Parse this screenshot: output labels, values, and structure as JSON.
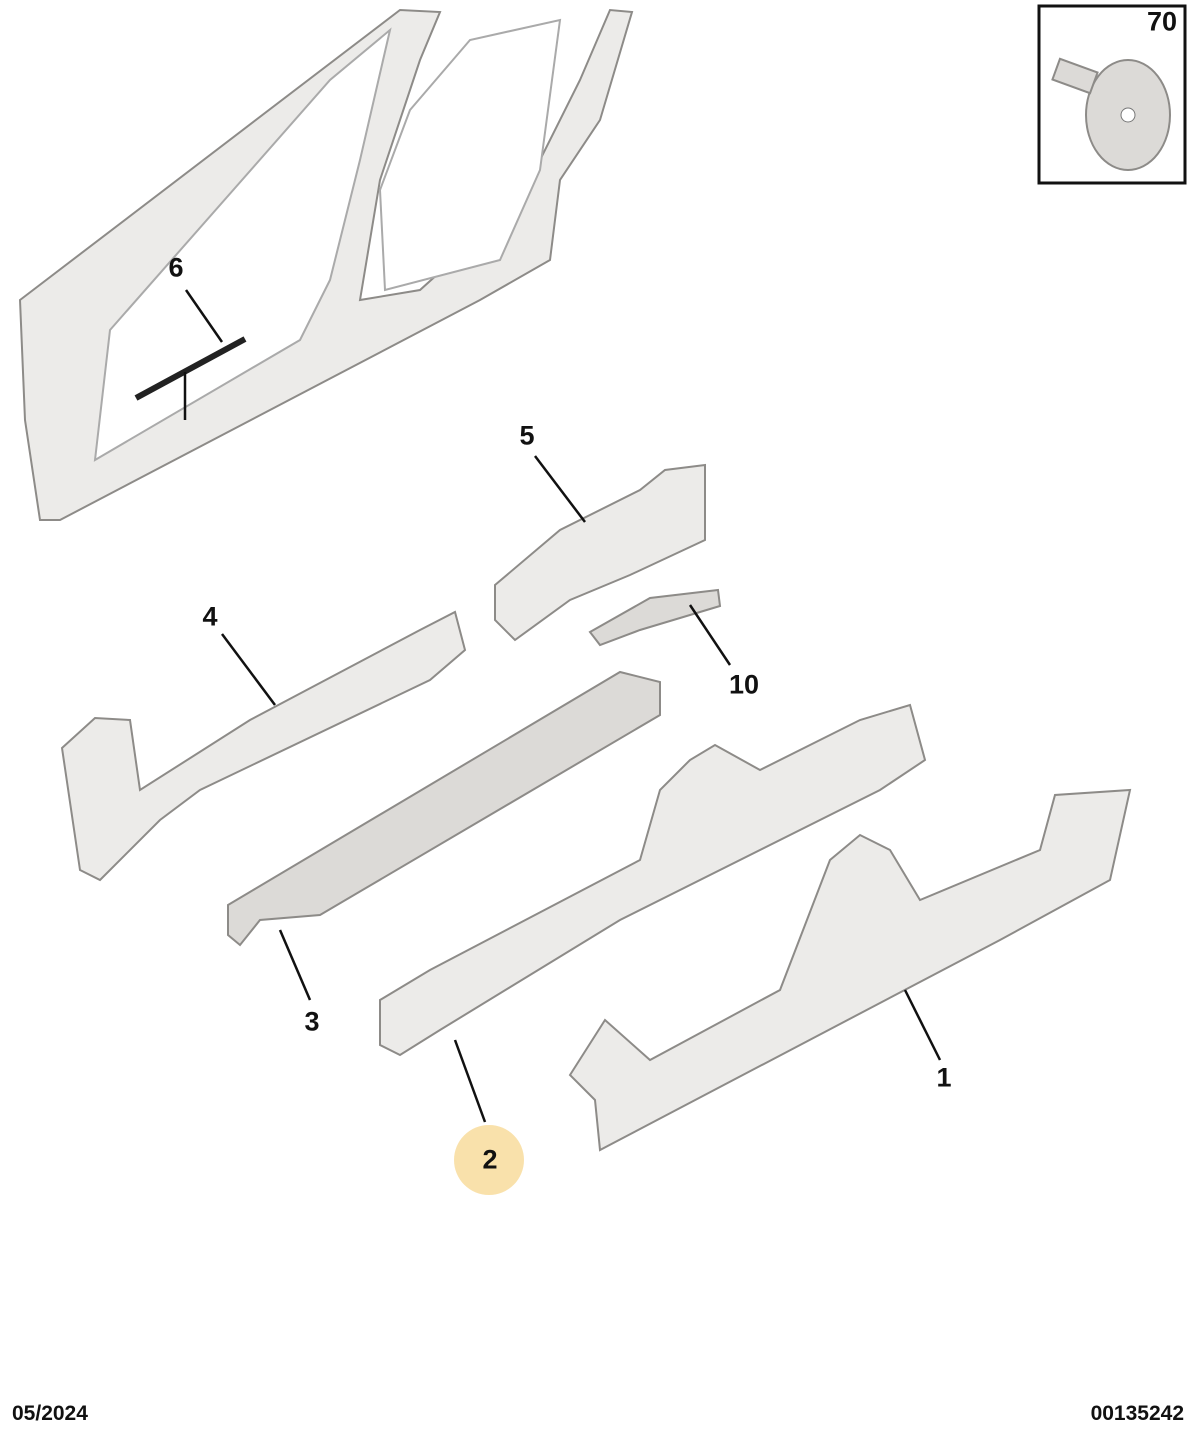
{
  "callouts": {
    "p1": "1",
    "p2": "2",
    "p3": "3",
    "p4": "4",
    "p5": "5",
    "p6": "6",
    "p10": "10",
    "p70": "70"
  },
  "highlighted_part": "2",
  "highlight_color": "#f8dc9c",
  "footer": {
    "date": "05/2024",
    "diagram_code": "00135242"
  }
}
